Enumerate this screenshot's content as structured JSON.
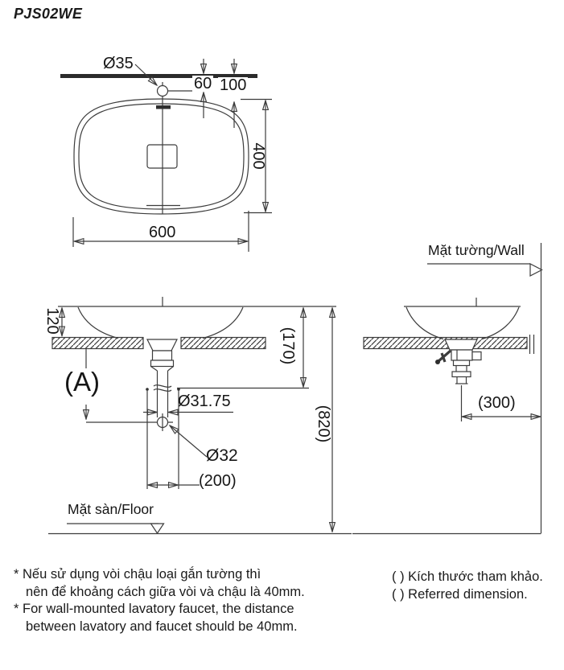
{
  "title": "PJS02WE",
  "colors": {
    "line": "#3c3c3c",
    "text": "#1a1a1a",
    "background": "#ffffff"
  },
  "top_view": {
    "faucet_hole_dia": "Ø35",
    "dim_faucet_to_wall": "60",
    "dim_rim_to_wall": "100",
    "dim_depth": "400",
    "dim_width": "600"
  },
  "front_view": {
    "dim_bowl_height": "120",
    "label_a": "(A)",
    "dim_rim_to_drain_ref": "(170)",
    "dia_pipe": "Ø31.75",
    "dia_trap": "Ø32",
    "dim_drain_ref": "(200)",
    "dim_total_height_ref": "(820)",
    "floor_label": "Mặt sàn/Floor"
  },
  "side_view": {
    "wall_label": "Mặt tường/Wall",
    "dim_drain_to_wall_ref": "(300)"
  },
  "notes": {
    "vi_line1": "* Nếu sử dụng vòi chậu loại gắn tường thì",
    "vi_line2": "nên để khoảng cách giữa vòi và chậu là 40mm.",
    "en_line1": "* For wall-mounted lavatory faucet, the distance",
    "en_line2": "between lavatory and faucet should be 40mm."
  },
  "legend": {
    "vi": "( ) Kích thước tham khảo.",
    "en": "( ) Referred dimension."
  }
}
